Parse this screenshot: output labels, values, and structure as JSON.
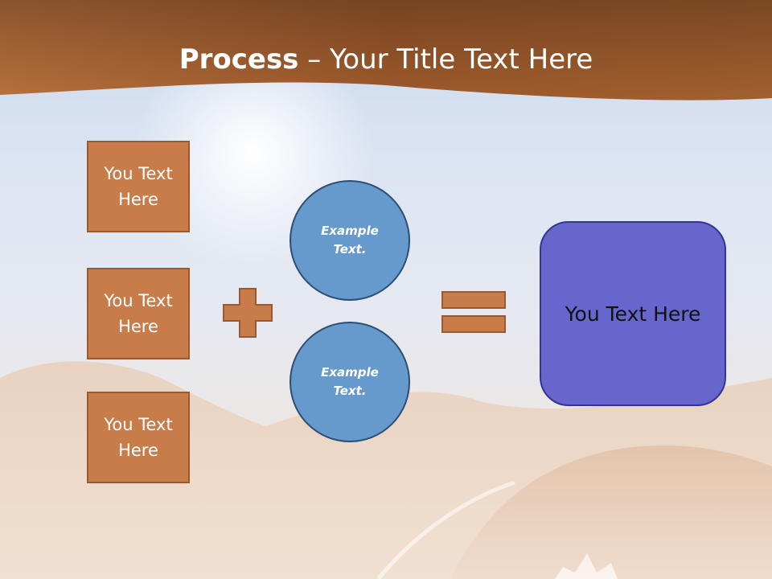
{
  "slide": {
    "title_bold": "Process",
    "title_rest": " – Your Title Text Here"
  },
  "inputs": [
    {
      "label": "You Text Here"
    },
    {
      "label": "You Text Here"
    },
    {
      "label": "You Text Here"
    }
  ],
  "circles": [
    {
      "label": "Example Text."
    },
    {
      "label": "Example Text."
    }
  ],
  "operators": {
    "plus": "plus-sign",
    "equals": "equals-sign"
  },
  "result": {
    "label": "You Text Here"
  },
  "colors": {
    "header_brown": "#a8602f",
    "box_fill": "#c77c4a",
    "box_border": "#9a5a30",
    "circle_fill": "#6699cc",
    "circle_border": "#2b4f75",
    "result_fill": "#6666cc",
    "result_border": "#33339a"
  }
}
